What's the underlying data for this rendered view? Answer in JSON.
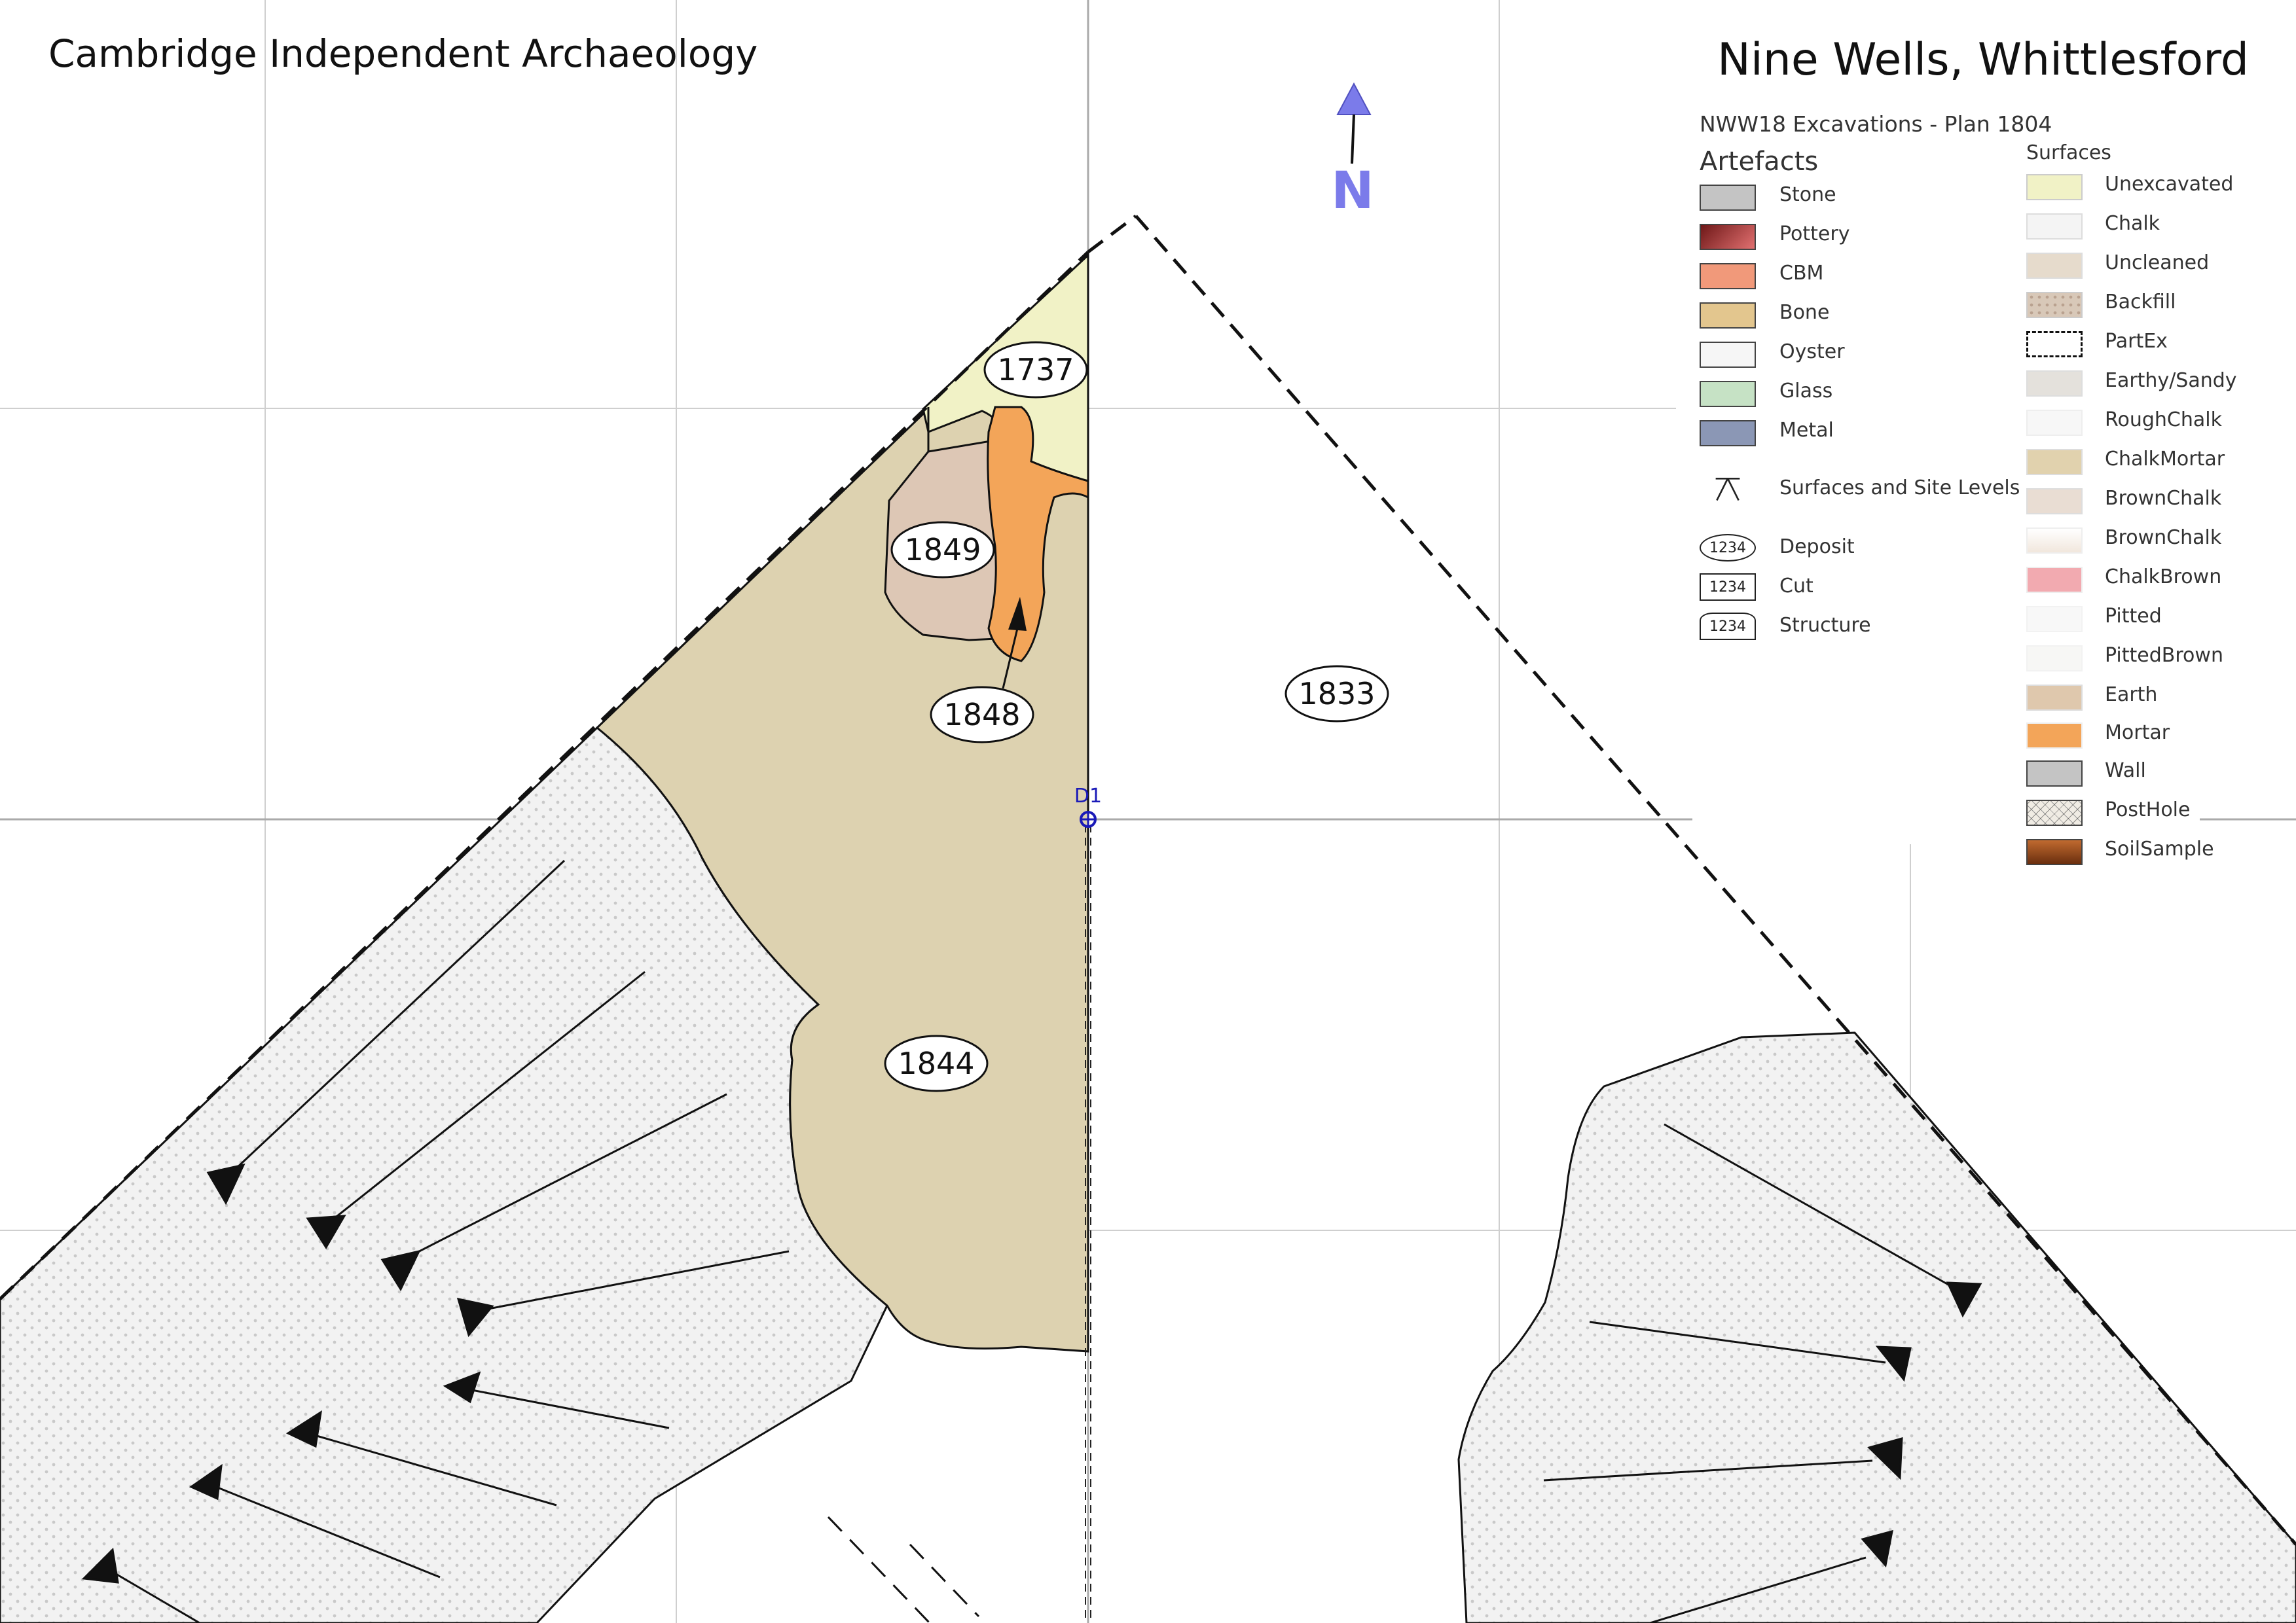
{
  "header": {
    "organisation": "Cambridge Independent Archaeology",
    "site_title": "Nine Wells, Whittlesford"
  },
  "north_arrow": {
    "label": "N",
    "color": "#7b7bea"
  },
  "datum": {
    "label": "D1",
    "color": "#1a1ab8"
  },
  "contexts": [
    {
      "id": "1737",
      "type": "deposit",
      "fill": "#f1f2c6"
    },
    {
      "id": "1849",
      "type": "deposit",
      "fill": "#ddc7b5"
    },
    {
      "id": "1848",
      "type": "deposit",
      "fill": "#f3a559"
    },
    {
      "id": "1833",
      "type": "deposit",
      "fill": "#ffffff"
    },
    {
      "id": "1844",
      "type": "deposit",
      "fill": "#ddd2b0"
    }
  ],
  "surface_fills": {
    "chalk": "#f2f2f2",
    "chalk_dots": "#c9c9c9"
  },
  "legend": {
    "subtitle": "NWW18 Excavations - Plan 1804",
    "artefacts": {
      "heading": "Artefacts",
      "items": [
        {
          "label": "Stone",
          "color": "#c4c4c4"
        },
        {
          "label": "Pottery",
          "color": "#b33a3a"
        },
        {
          "label": "CBM",
          "color": "#f1997a"
        },
        {
          "label": "Bone",
          "color": "#e3c68e"
        },
        {
          "label": "Oyster",
          "color": "#f6f6f6"
        },
        {
          "label": "Glass",
          "color": "#c6e2c5"
        },
        {
          "label": "Metal",
          "color": "#8b97b5"
        }
      ]
    },
    "symbols": [
      {
        "label": "Surfaces and Site Levels",
        "icon": "levels-icon"
      },
      {
        "label": "Deposit",
        "badge": "1234"
      },
      {
        "label": "Cut",
        "badge": "1234"
      },
      {
        "label": "Structure",
        "badge": "1234"
      }
    ],
    "surfaces": {
      "heading": "Surfaces",
      "items": [
        {
          "label": "Unexcavated",
          "color": "#f1f2c6"
        },
        {
          "label": "Chalk",
          "color": "#f4f4f4"
        },
        {
          "label": "Uncleaned",
          "color": "#e6dbcc"
        },
        {
          "label": "Backfill",
          "color": "#d8c8b8"
        },
        {
          "label": "PartEx",
          "color": "#ffffff"
        },
        {
          "label": "Earthy/Sandy",
          "color": "#e4e1dc"
        },
        {
          "label": "RoughChalk",
          "color": "#f7f7f7"
        },
        {
          "label": "ChalkMortar",
          "color": "#e1d2ae"
        },
        {
          "label": "BrownChalk",
          "color": "#e9ddd3"
        },
        {
          "label": "BrownChalk",
          "color": "#f1e7dd"
        },
        {
          "label": "ChalkBrown",
          "color": "#f2aab0"
        },
        {
          "label": "Pitted",
          "color": "#f8f8f8"
        },
        {
          "label": "PittedBrown",
          "color": "#f7f7f5"
        },
        {
          "label": "Earth",
          "color": "#dfc8ad"
        },
        {
          "label": "Mortar",
          "color": "#f3a559"
        },
        {
          "label": "Wall",
          "color": "#c4c4c4"
        },
        {
          "label": "PostHole",
          "color": "#f0ece4"
        },
        {
          "label": "SoilSample",
          "color": "#8e4a1f"
        }
      ]
    }
  }
}
